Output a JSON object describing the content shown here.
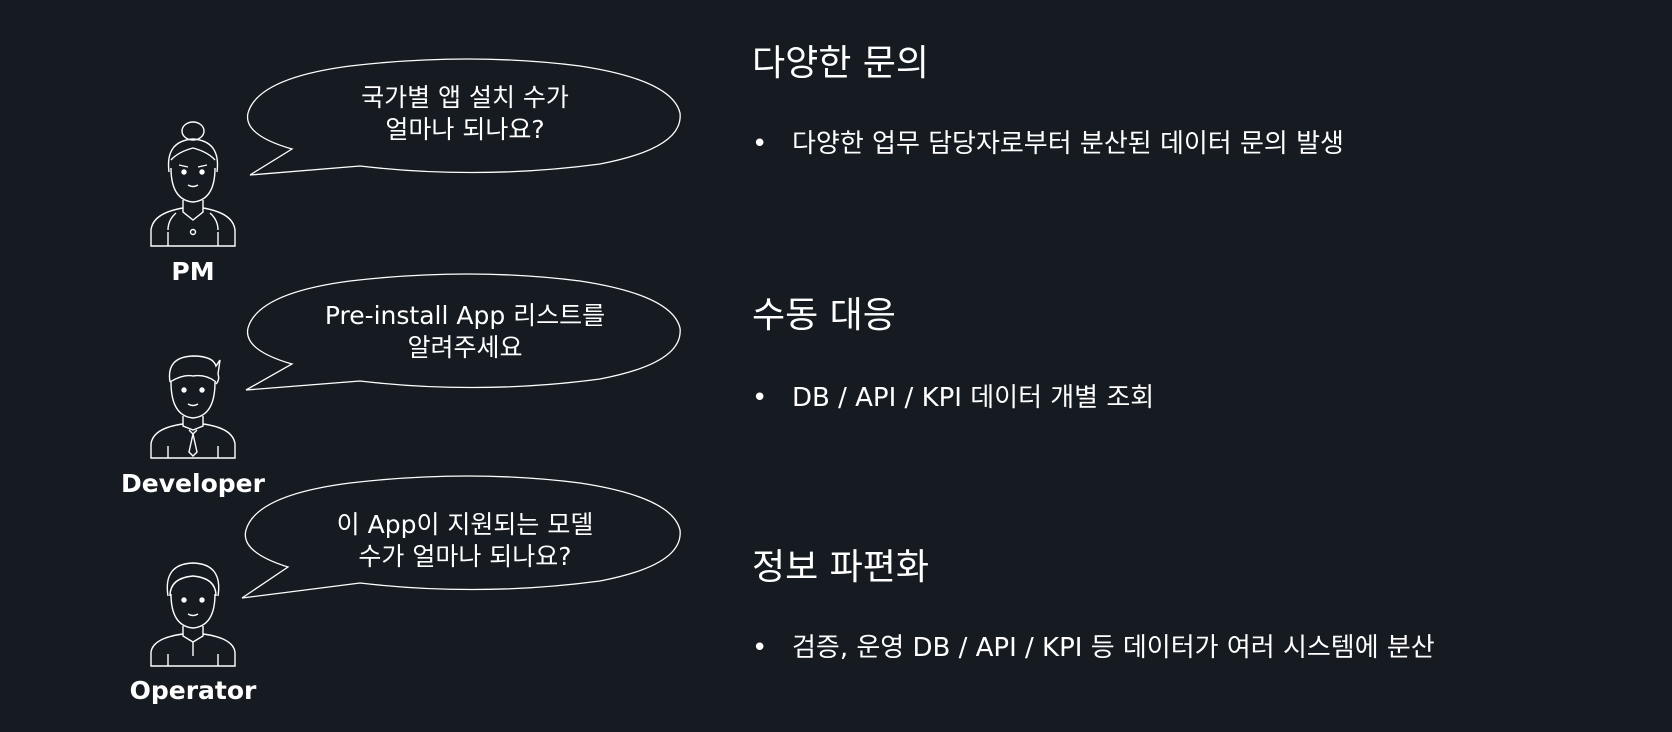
{
  "personas": [
    {
      "label": "PM",
      "question_lines": [
        "국가별 앱 설치 수가",
        "얼마나 되나요?"
      ]
    },
    {
      "label": "Developer",
      "question_lines": [
        "Pre-install App 리스트를",
        "알려주세요"
      ]
    },
    {
      "label": "Operator",
      "question_lines": [
        "이 App이 지원되는 모델",
        "수가 얼마나 되나요?"
      ]
    }
  ],
  "sections": [
    {
      "title": "다양한 문의",
      "bullet": "다양한 업무 담당자로부터 분산된 데이터 문의 발생"
    },
    {
      "title": "수동 대응",
      "bullet": "DB / API / KPI 데이터 개별 조회"
    },
    {
      "title": "정보 파편화",
      "bullet": "검증, 운영 DB / API / KPI 등 데이터가 여러 시스템에 분산"
    }
  ],
  "bullet_symbol": "•",
  "colors": {
    "background": "#161b22",
    "foreground": "#ffffff",
    "bubble_stroke": "#ffffff"
  },
  "icons": [
    "pm-person-icon",
    "developer-person-icon",
    "operator-person-icon",
    "speech-bubble-icon"
  ]
}
